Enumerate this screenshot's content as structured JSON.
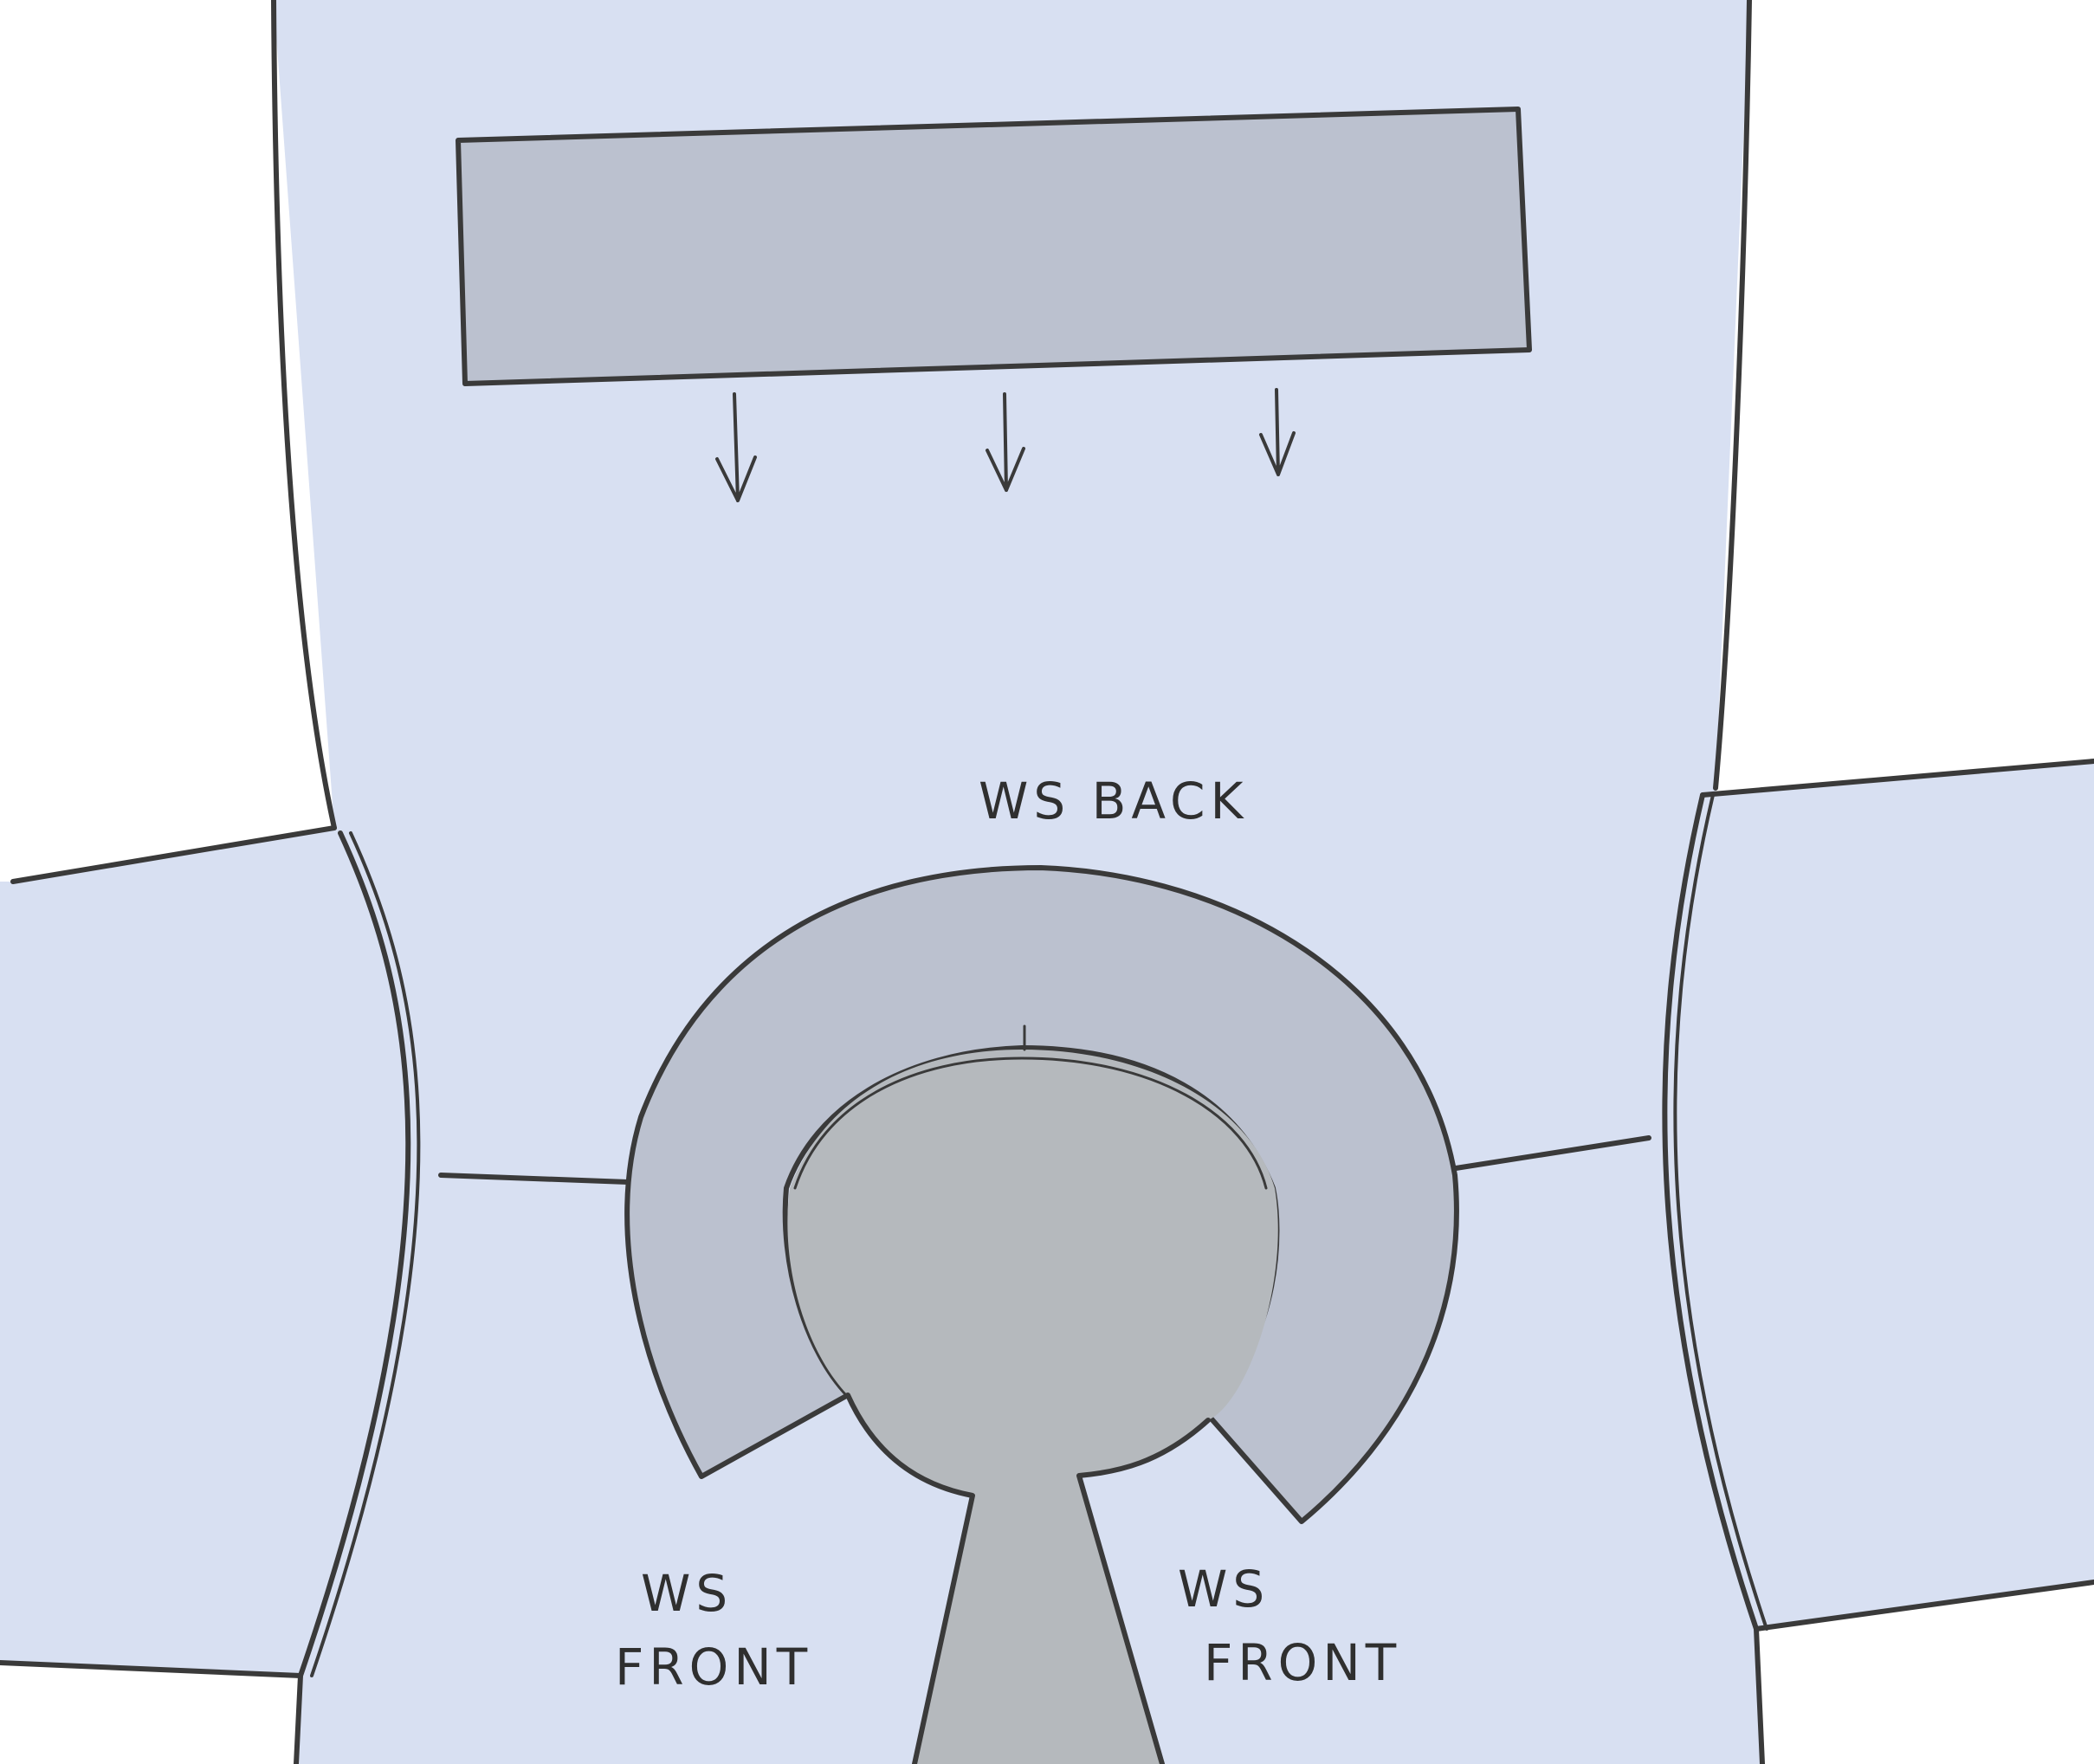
{
  "labels": {
    "back": "WS BACK",
    "front_left": [
      "WS",
      "FRONT"
    ],
    "front_right": [
      "WS",
      "FRONT"
    ]
  },
  "colors": {
    "background": "#ffffff",
    "floor": "#d8e0f2",
    "panel": "#bbc1cf",
    "figure": "#b5b9bd",
    "ink": "#3a3a3a"
  },
  "arrows": {
    "count": 3,
    "direction": "down"
  }
}
